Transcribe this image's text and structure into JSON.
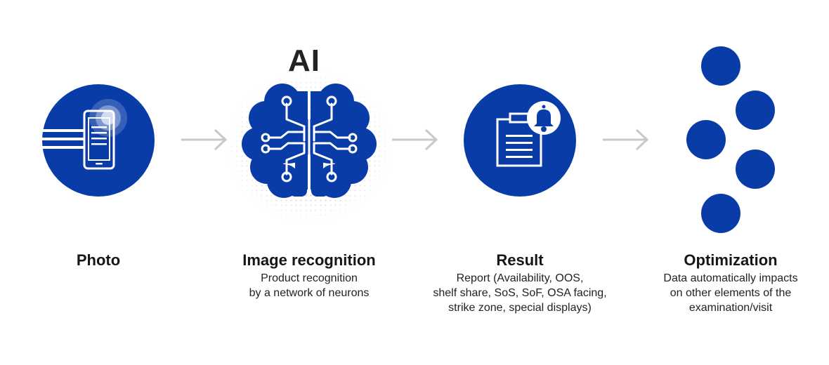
{
  "colors": {
    "primary": "#0a3ca8",
    "arrow": "#c9c9c9",
    "text": "#161616"
  },
  "ai_label": "AI",
  "steps": [
    {
      "icon": "smartphone-icon",
      "title": "Photo",
      "lines": []
    },
    {
      "icon": "brain-circuit-icon",
      "title": "Image recognition",
      "lines": [
        "Product recognition",
        "by a network of neurons"
      ]
    },
    {
      "icon": "clipboard-bell-icon",
      "title": "Result",
      "lines": [
        "Report (Availability, OOS,",
        "shelf share, SoS, SoF, OSA facing,",
        "strike zone, special displays)"
      ]
    },
    {
      "icon": "dots-cluster-icon",
      "title": "Optimization",
      "lines": [
        "Data automatically impacts",
        "on other elements of the",
        "examination/visit"
      ]
    }
  ]
}
